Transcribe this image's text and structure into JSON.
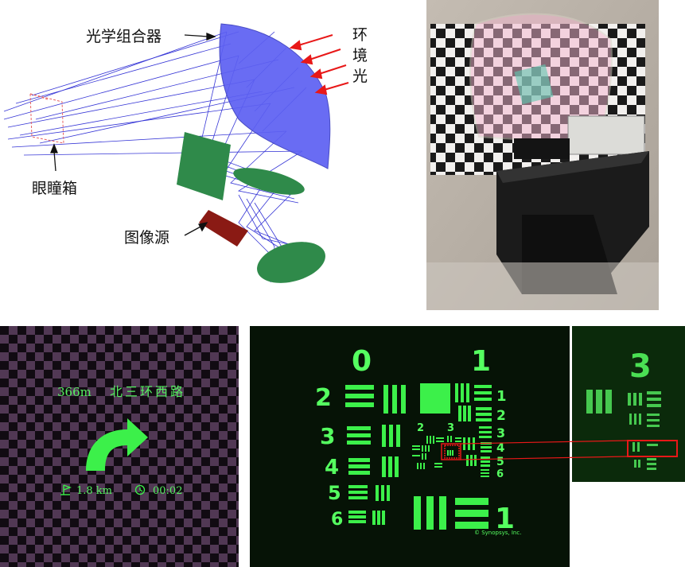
{
  "optics": {
    "label_combiner": "光学组合器",
    "label_ambient": [
      "环",
      "境",
      "光"
    ],
    "label_eyebox": "眼瞳箱",
    "label_image_source": "图像源",
    "colors": {
      "combiner": "#5d60f2",
      "green": "#2f8a4a",
      "red": "#e81818",
      "ray": "#3030d0",
      "source": "#8a1a14"
    }
  },
  "hud": {
    "distance": "366m",
    "street": "北三环西路",
    "remaining": "1.8 km",
    "time": "00:02",
    "arrow_icon": "turn-right-arrow-icon",
    "flag_icon": "flag-icon",
    "clock_icon": "clock-icon"
  },
  "chart": {
    "group_labels": [
      "0",
      "1"
    ],
    "left_elements": [
      "2",
      "3",
      "4",
      "5",
      "6"
    ],
    "right_elements": [
      "1",
      "2",
      "3",
      "4",
      "5",
      "6"
    ],
    "inner_group_labels": [
      "2",
      "3"
    ],
    "bottom_label": "1",
    "credit": "© Synopsys, Inc."
  },
  "zoom": {
    "group_label": "3"
  }
}
